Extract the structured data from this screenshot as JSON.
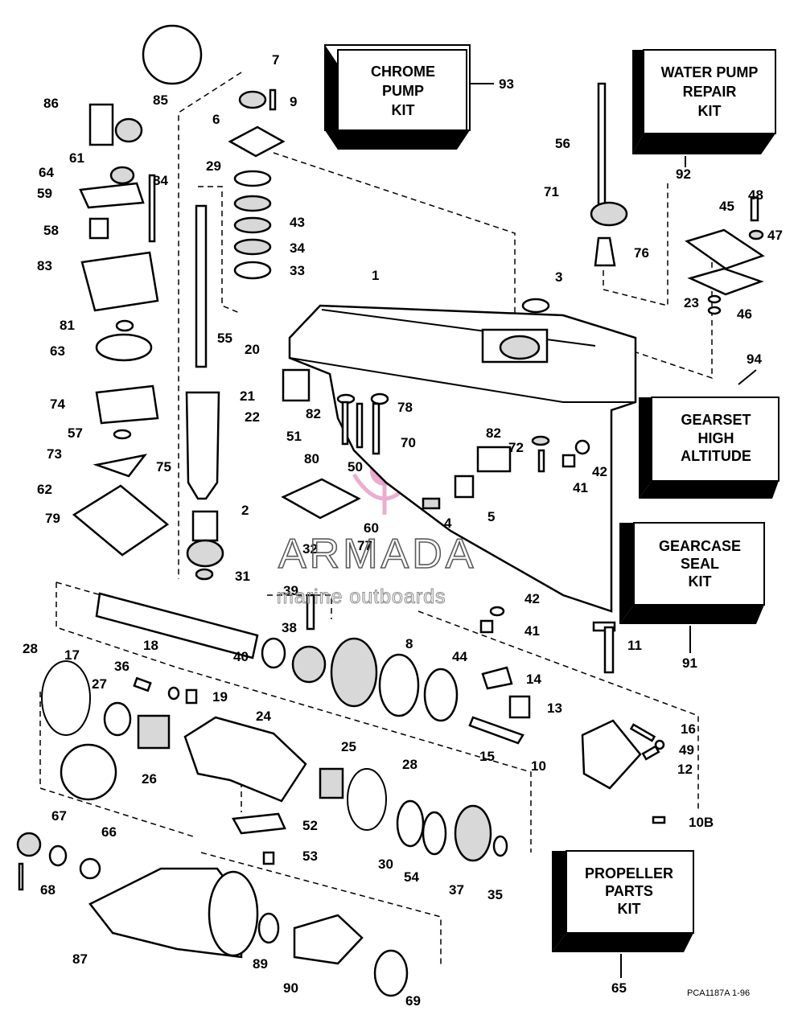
{
  "diagram_code": "PCA1187A  1-96",
  "watermark": {
    "brand": "ARMADA",
    "tagline": "marine outboards",
    "color": "#e8a0c8"
  },
  "kits": [
    {
      "id": "93",
      "lines": [
        "CHROME",
        "PUMP",
        "KIT"
      ]
    },
    {
      "id": "92",
      "lines": [
        "WATER PUMP",
        "REPAIR",
        "KIT"
      ]
    },
    {
      "id": "94",
      "lines": [
        "GEARSET",
        "HIGH",
        "ALTITUDE"
      ]
    },
    {
      "id": "91",
      "lines": [
        "GEARCASE",
        "SEAL",
        "KIT"
      ]
    },
    {
      "id": "65",
      "lines": [
        "PROPELLER",
        "PARTS",
        "KIT"
      ]
    }
  ],
  "callouts": {
    "c1": "1",
    "c2": "2",
    "c3": "3",
    "c4": "4",
    "c5": "5",
    "c6": "6",
    "c7": "7",
    "c8": "8",
    "c9": "9",
    "c10": "10",
    "c10b": "10B",
    "c11": "11",
    "c12": "12",
    "c13": "13",
    "c14": "14",
    "c15": "15",
    "c16": "16",
    "c17": "17",
    "c18": "18",
    "c19": "19",
    "c20": "20",
    "c21": "21",
    "c22": "22",
    "c23": "23",
    "c24": "24",
    "c25": "25",
    "c26": "26",
    "c27": "27",
    "c28a": "28",
    "c28b": "28",
    "c29": "29",
    "c30": "30",
    "c31": "31",
    "c32": "32",
    "c33": "33",
    "c34": "34",
    "c35": "35",
    "c36": "36",
    "c37": "37",
    "c38": "38",
    "c39": "39",
    "c40": "40",
    "c41a": "41",
    "c41b": "41",
    "c42a": "42",
    "c42b": "42",
    "c43": "43",
    "c44": "44",
    "c45": "45",
    "c46": "46",
    "c47": "47",
    "c48": "48",
    "c49": "49",
    "c50": "50",
    "c51": "51",
    "c52": "52",
    "c53": "53",
    "c54": "54",
    "c55": "55",
    "c56": "56",
    "c57": "57",
    "c58": "58",
    "c59": "59",
    "c60": "60",
    "c61": "61",
    "c62": "62",
    "c63": "63",
    "c64": "64",
    "c65": "65",
    "c66": "66",
    "c67": "67",
    "c68": "68",
    "c69": "69",
    "c70": "70",
    "c71": "71",
    "c72": "72",
    "c73": "73",
    "c74": "74",
    "c75": "75",
    "c76": "76",
    "c77": "77",
    "c78": "78",
    "c79": "79",
    "c80": "80",
    "c81": "81",
    "c82a": "82",
    "c82b": "82",
    "c83": "83",
    "c84": "84",
    "c85": "85",
    "c86": "86",
    "c87": "87",
    "c89": "89",
    "c90": "90",
    "c91": "91",
    "c92": "92",
    "c93": "93",
    "c94": "94"
  }
}
